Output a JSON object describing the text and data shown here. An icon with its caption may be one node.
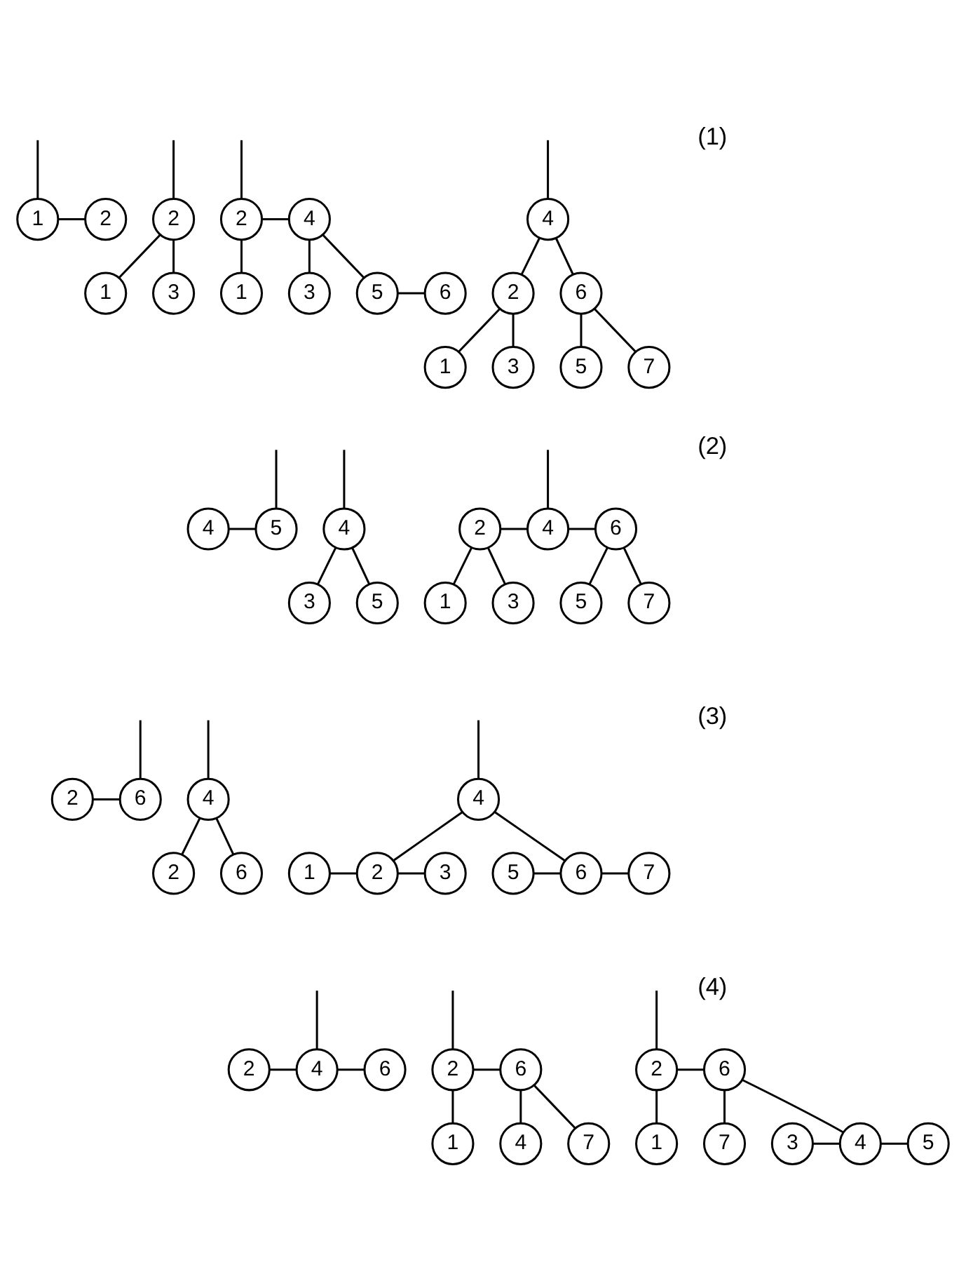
{
  "diagram": {
    "nodes": [
      {
        "text": [
          "1"
        ]
      },
      {
        "text": [
          "2"
        ]
      },
      {
        "text": [
          "2"
        ]
      },
      {
        "text": [
          "1"
        ]
      },
      {
        "text": [
          "3"
        ]
      },
      {
        "text": [
          "2"
        ]
      },
      {
        "text": [
          "4"
        ]
      },
      {
        "text": [
          "1"
        ]
      },
      {
        "text": [
          "3"
        ]
      },
      {
        "text": [
          "5"
        ]
      },
      {
        "text": [
          "6"
        ]
      },
      {
        "text": [
          "4"
        ]
      },
      {
        "text": [
          "2"
        ]
      },
      {
        "text": [
          "6"
        ]
      },
      {
        "text": [
          "1"
        ]
      },
      {
        "text": [
          "3"
        ]
      },
      {
        "text": [
          "5"
        ]
      },
      {
        "text": [
          "7"
        ]
      },
      {
        "text": [
          "4"
        ]
      },
      {
        "text": [
          "5"
        ]
      },
      {
        "text": [
          "4"
        ]
      },
      {
        "text": [
          "3"
        ]
      },
      {
        "text": [
          "5"
        ]
      },
      {
        "text": [
          "2"
        ]
      },
      {
        "text": [
          "4"
        ]
      },
      {
        "text": [
          "6"
        ]
      },
      {
        "text": [
          "1"
        ]
      },
      {
        "text": [
          "3"
        ]
      },
      {
        "text": [
          "5"
        ]
      },
      {
        "text": [
          "7"
        ]
      },
      {
        "text": [
          "2"
        ]
      },
      {
        "text": [
          "6"
        ]
      },
      {
        "text": [
          "4"
        ]
      },
      {
        "text": [
          "2"
        ]
      },
      {
        "text": [
          "6"
        ]
      },
      {
        "text": [
          "4"
        ]
      },
      {
        "text": [
          "1"
        ]
      },
      {
        "text": [
          "2"
        ]
      },
      {
        "text": [
          "3"
        ]
      },
      {
        "text": [
          "5"
        ]
      },
      {
        "text": [
          "6"
        ]
      },
      {
        "text": [
          "7"
        ]
      },
      {
        "text": [
          "2"
        ]
      },
      {
        "text": [
          "4"
        ]
      },
      {
        "text": [
          "6"
        ]
      },
      {
        "text": [
          "2"
        ]
      },
      {
        "text": [
          "6"
        ]
      },
      {
        "text": [
          "1"
        ]
      },
      {
        "text": [
          "4"
        ]
      },
      {
        "text": [
          "7"
        ]
      },
      {
        "text": [
          "2"
        ]
      },
      {
        "text": [
          "6"
        ]
      },
      {
        "text": [
          "1"
        ]
      },
      {
        "text": [
          "3"
        ]
      },
      {
        "text": [
          "4"
        ]
      },
      {
        "text": [
          "5"
        ]
      },
      {
        "text": [
          "7"
        ]
      }
    ],
    "edges": [
      {
        "from": null,
        "to": 0,
        "arrow": "none"
      },
      {
        "from": 0,
        "to": 1,
        "arrow": "none"
      },
      {
        "from": null,
        "to": 2,
        "arrow": "none"
      },
      {
        "from": 2,
        "to": 3,
        "arrow": "none"
      },
      {
        "from": 2,
        "to": 4,
        "arrow": "none"
      },
      {
        "from": null,
        "to": 5,
        "arrow": "none"
      },
      {
        "from": 5,
        "to": 6,
        "arrow": "none"
      },
      {
        "from": 5,
        "to": 7,
        "arrow": "none"
      },
      {
        "from": 6,
        "to": 8,
        "arrow": "none"
      },
      {
        "from": 6,
        "to": 9,
        "arrow": "none"
      },
      {
        "from": 9,
        "to": 10,
        "arrow": "none"
      },
      {
        "from": null,
        "to": 11,
        "arrow": "none"
      },
      {
        "from": 11,
        "to": 12,
        "arrow": "none"
      },
      {
        "from": 11,
        "to": 13,
        "arrow": "none"
      },
      {
        "from": 12,
        "to": 14,
        "arrow": "none"
      },
      {
        "from": 12,
        "to": 15,
        "arrow": "none"
      },
      {
        "from": 13,
        "to": 16,
        "arrow": "none"
      },
      {
        "from": 13,
        "to": 17,
        "arrow": "none"
      },
      {
        "from": null,
        "to": 19,
        "arrow": "none"
      },
      {
        "from": 18,
        "to": 19,
        "arrow": "none"
      },
      {
        "from": null,
        "to": 20,
        "arrow": "none"
      },
      {
        "from": 20,
        "to": 21,
        "arrow": "none"
      },
      {
        "from": 20,
        "to": 22,
        "arrow": "none"
      },
      {
        "from": null,
        "to": 24,
        "arrow": "none"
      },
      {
        "from": 23,
        "to": 24,
        "arrow": "none"
      },
      {
        "from": 24,
        "to": 25,
        "arrow": "none"
      },
      {
        "from": 23,
        "to": 26,
        "arrow": "none"
      },
      {
        "from": 23,
        "to": 27,
        "arrow": "none"
      },
      {
        "from": 25,
        "to": 28,
        "arrow": "none"
      },
      {
        "from": 25,
        "to": 29,
        "arrow": "none"
      },
      {
        "from": null,
        "to": 31,
        "arrow": "none"
      },
      {
        "from": 30,
        "to": 31,
        "arrow": "none"
      },
      {
        "from": null,
        "to": 32,
        "arrow": "none"
      },
      {
        "from": 32,
        "to": 33,
        "arrow": "none"
      },
      {
        "from": 32,
        "to": 34,
        "arrow": "none"
      },
      {
        "from": null,
        "to": 35,
        "arrow": "none"
      },
      {
        "from": 35,
        "to": 37,
        "arrow": "none"
      },
      {
        "from": 35,
        "to": 40,
        "arrow": "none"
      },
      {
        "from": 36,
        "to": 37,
        "arrow": "none"
      },
      {
        "from": 37,
        "to": 38,
        "arrow": "none"
      },
      {
        "from": 39,
        "to": 40,
        "arrow": "none"
      },
      {
        "from": 40,
        "to": 41,
        "arrow": "none"
      },
      {
        "from": null,
        "to": 43,
        "arrow": "none"
      },
      {
        "from": 42,
        "to": 43,
        "arrow": "none"
      },
      {
        "from": 43,
        "to": 44,
        "arrow": "none"
      },
      {
        "from": null,
        "to": 45,
        "arrow": "none"
      },
      {
        "from": 45,
        "to": 46,
        "arrow": "none"
      },
      {
        "from": 45,
        "to": 47,
        "arrow": "none"
      },
      {
        "from": 46,
        "to": 48,
        "arrow": "none"
      },
      {
        "from": 46,
        "to": 49,
        "arrow": "none"
      },
      {
        "from": null,
        "to": 50,
        "arrow": "none"
      },
      {
        "from": 50,
        "to": 51,
        "arrow": "none"
      },
      {
        "from": 50,
        "to": 52,
        "arrow": "none"
      },
      {
        "from": 51,
        "to": 54,
        "arrow": "none"
      },
      {
        "from": 53,
        "to": 54,
        "arrow": "none"
      },
      {
        "from": 54,
        "to": 55,
        "arrow": "none"
      },
      {
        "from": 51,
        "to": 56,
        "arrow": "none"
      }
    ],
    "labels": [
      "(1)",
      "(2)",
      "(3)",
      "(4)"
    ]
  }
}
